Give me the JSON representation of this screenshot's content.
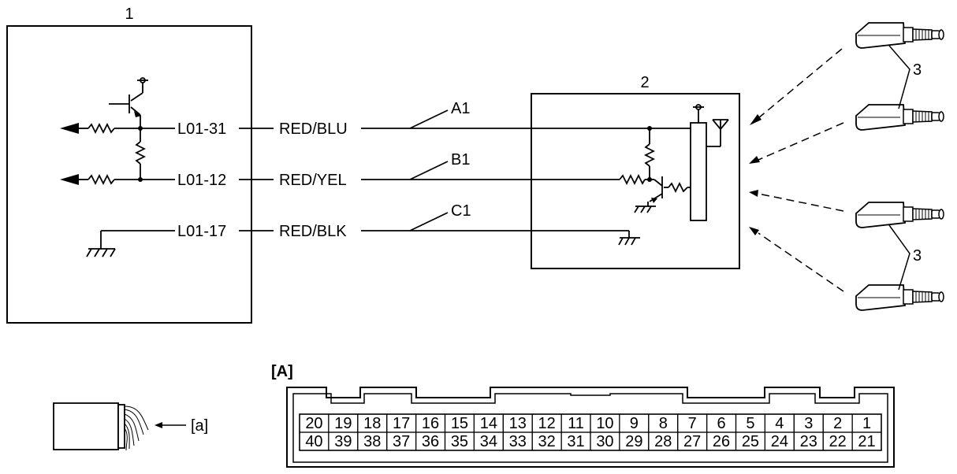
{
  "components": {
    "ecu_number": "1",
    "receiver_number": "2",
    "sensor_number_top": "3",
    "sensor_number_bottom": "3"
  },
  "wires": [
    {
      "terminal": "L01-31",
      "color": "RED/BLU",
      "circuit": "A1"
    },
    {
      "terminal": "L01-12",
      "color": "RED/YEL",
      "circuit": "B1"
    },
    {
      "terminal": "L01-17",
      "color": "RED/BLK",
      "circuit": "C1"
    }
  ],
  "connector": {
    "title": "[A]",
    "top_row": [
      "20",
      "19",
      "18",
      "17",
      "16",
      "15",
      "14",
      "13",
      "12",
      "11",
      "10",
      "9",
      "8",
      "7",
      "6",
      "5",
      "4",
      "3",
      "2",
      "1"
    ],
    "bottom_row": [
      "40",
      "39",
      "38",
      "37",
      "36",
      "35",
      "34",
      "33",
      "32",
      "31",
      "30",
      "29",
      "28",
      "27",
      "26",
      "25",
      "24",
      "23",
      "22",
      "21"
    ]
  },
  "callout": {
    "label": "[a]"
  }
}
